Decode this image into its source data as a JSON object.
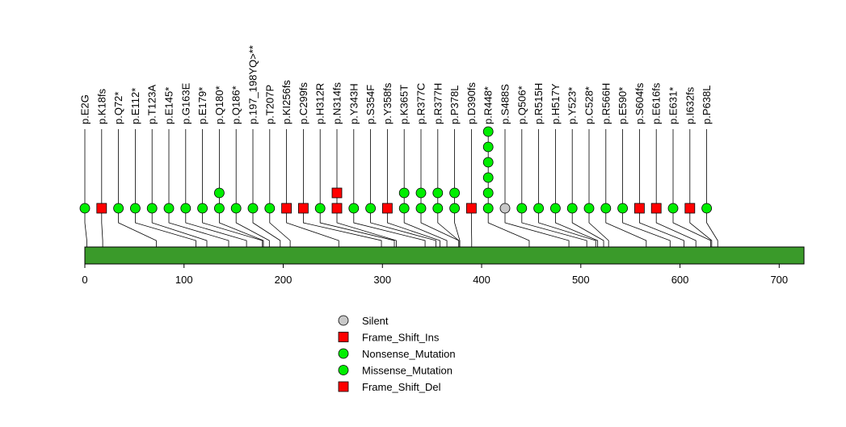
{
  "chart_data": {
    "type": "lollipop",
    "x_axis": {
      "min": 0,
      "max": 725,
      "ticks": [
        0,
        100,
        200,
        300,
        400,
        500,
        600,
        700
      ]
    },
    "protein_bar": {
      "start": 0,
      "end": 725,
      "color": "#3a9a2a"
    },
    "legend": [
      {
        "label": "Silent",
        "shape": "circle",
        "color": "#c8c8c8"
      },
      {
        "label": "Frame_Shift_Ins",
        "shape": "square",
        "color": "#ff0000"
      },
      {
        "label": "Nonsense_Mutation",
        "shape": "circle",
        "color": "#00ee00"
      },
      {
        "label": "Missense_Mutation",
        "shape": "circle",
        "color": "#00ee00"
      },
      {
        "label": "Frame_Shift_Del",
        "shape": "square",
        "color": "#ff0000"
      }
    ],
    "mutations": [
      {
        "label": "p.E2G",
        "position": 2,
        "stack": [
          "circle"
        ]
      },
      {
        "label": "p.K18fs",
        "position": 18,
        "stack": [
          "square"
        ]
      },
      {
        "label": "p.Q72*",
        "position": 72,
        "stack": [
          "circle"
        ]
      },
      {
        "label": "p.E112*",
        "position": 112,
        "stack": [
          "circle"
        ]
      },
      {
        "label": "p.T123A",
        "position": 123,
        "stack": [
          "circle"
        ]
      },
      {
        "label": "p.E145*",
        "position": 145,
        "stack": [
          "circle"
        ]
      },
      {
        "label": "p.G163E",
        "position": 163,
        "stack": [
          "circle"
        ]
      },
      {
        "label": "p.E179*",
        "position": 179,
        "stack": [
          "circle"
        ]
      },
      {
        "label": "p.Q180*",
        "position": 180,
        "stack": [
          "circle",
          "circle"
        ]
      },
      {
        "label": "p.Q186*",
        "position": 186,
        "stack": [
          "circle"
        ]
      },
      {
        "label": "p.197_198YQ>**",
        "position": 197,
        "stack": [
          "circle"
        ]
      },
      {
        "label": "p.T207P",
        "position": 207,
        "stack": [
          "circle"
        ]
      },
      {
        "label": "p.KI256fs",
        "position": 256,
        "stack": [
          "square"
        ]
      },
      {
        "label": "p.C299fs",
        "position": 299,
        "stack": [
          "square"
        ]
      },
      {
        "label": "p.H312R",
        "position": 312,
        "stack": [
          "circle"
        ]
      },
      {
        "label": "p.N314fs",
        "position": 314,
        "stack": [
          "square",
          "square"
        ]
      },
      {
        "label": "p.Y343H",
        "position": 343,
        "stack": [
          "circle"
        ]
      },
      {
        "label": "p.S354F",
        "position": 354,
        "stack": [
          "circle"
        ]
      },
      {
        "label": "p.Y358fs",
        "position": 358,
        "stack": [
          "square"
        ]
      },
      {
        "label": "p.K365T",
        "position": 365,
        "stack": [
          "circle",
          "circle"
        ]
      },
      {
        "label": "p.R377C",
        "position": 377,
        "stack": [
          "circle",
          "circle"
        ]
      },
      {
        "label": "p.R377H",
        "position": 377,
        "stack": [
          "circle",
          "circle"
        ]
      },
      {
        "label": "p.P378L",
        "position": 378,
        "stack": [
          "circle",
          "circle"
        ]
      },
      {
        "label": "p.D390fs",
        "position": 390,
        "stack": [
          "square"
        ]
      },
      {
        "label": "p.R448*",
        "position": 448,
        "stack": [
          "circle",
          "circle",
          "circle",
          "circle",
          "circle",
          "circle"
        ]
      },
      {
        "label": "p.S488S",
        "position": 488,
        "stack": [
          "circle-silent"
        ]
      },
      {
        "label": "p.Q506*",
        "position": 506,
        "stack": [
          "circle"
        ]
      },
      {
        "label": "p.R515H",
        "position": 515,
        "stack": [
          "circle"
        ]
      },
      {
        "label": "p.H517Y",
        "position": 517,
        "stack": [
          "circle"
        ]
      },
      {
        "label": "p.Y523*",
        "position": 523,
        "stack": [
          "circle"
        ]
      },
      {
        "label": "p.C528*",
        "position": 528,
        "stack": [
          "circle"
        ]
      },
      {
        "label": "p.R566H",
        "position": 566,
        "stack": [
          "circle"
        ]
      },
      {
        "label": "p.E590*",
        "position": 590,
        "stack": [
          "circle"
        ]
      },
      {
        "label": "p.S604fs",
        "position": 604,
        "stack": [
          "square"
        ]
      },
      {
        "label": "p.E616fs",
        "position": 616,
        "stack": [
          "square"
        ]
      },
      {
        "label": "p.E631*",
        "position": 631,
        "stack": [
          "circle"
        ]
      },
      {
        "label": "p.I632fs",
        "position": 632,
        "stack": [
          "square"
        ]
      },
      {
        "label": "p.P638L",
        "position": 638,
        "stack": [
          "circle"
        ]
      }
    ]
  }
}
